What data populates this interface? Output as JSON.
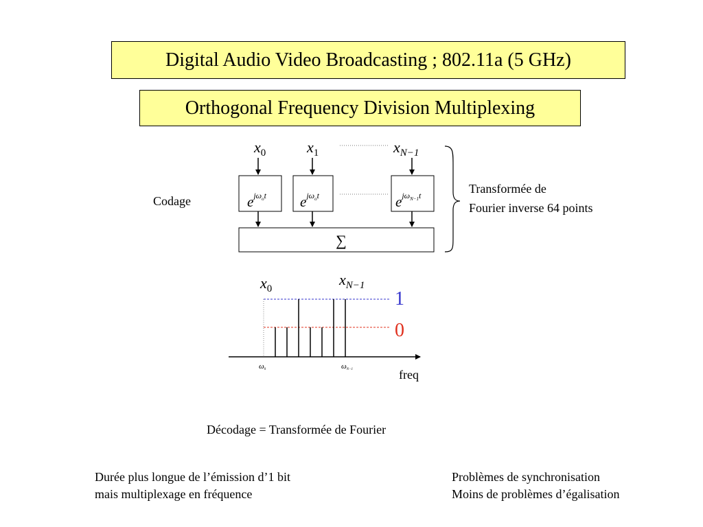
{
  "titles": {
    "main": "Digital Audio Video Broadcasting ; 802.11a (5 GHz)",
    "sub": "Orthogonal Frequency Division Multiplexing"
  },
  "encoder": {
    "label": "Codage",
    "inputs": [
      {
        "base": "x",
        "sub": "0"
      },
      {
        "base": "x",
        "sub": "1"
      },
      {
        "base": "x",
        "sub": "N−1"
      }
    ],
    "blocks": [
      {
        "base": "e",
        "sup": "jω",
        "sub": "o",
        "t": "t"
      },
      {
        "base": "e",
        "sup": "jω",
        "sub": "o",
        "t": "t"
      },
      {
        "base": "e",
        "sup": "jω",
        "sub": "N−1",
        "t": "t"
      }
    ],
    "sum_symbol": "∑",
    "brace_label_line1": "Transformée de",
    "brace_label_line2": "Fourier inverse 64 points"
  },
  "spectrum": {
    "top_label_left": {
      "base": "x",
      "sub": "0"
    },
    "top_label_right": {
      "base": "x",
      "sub": "N−1"
    },
    "level_one": "1",
    "level_zero": "0",
    "axis_left": {
      "base": "ω",
      "sub": "0"
    },
    "axis_right": {
      "base": "ω",
      "sub": "N−1"
    },
    "axis_label": "freq",
    "colors": {
      "one": "#3333cc",
      "zero": "#e0301e"
    }
  },
  "decoding": "Décodage = Transformée de Fourier",
  "notes": {
    "left_line1": "Durée plus longue de l’émission d’1 bit",
    "left_line2": "mais multiplexage en fréquence",
    "right_line1": "Problèmes de synchronisation",
    "right_line2": "Moins de problèmes d’égalisation"
  }
}
